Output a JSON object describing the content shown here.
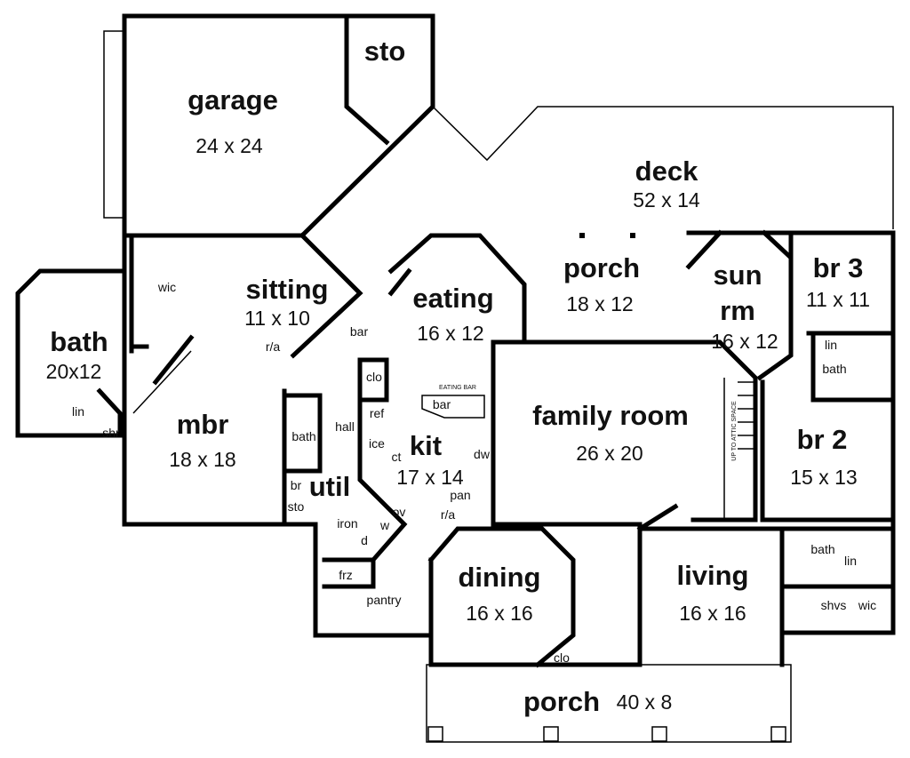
{
  "rooms": [
    {
      "name": "garage",
      "size": "24 x 24"
    },
    {
      "name": "sto",
      "size": ""
    },
    {
      "name": "deck",
      "size": "52 x 14"
    },
    {
      "name": "porch",
      "size": "18 x 12"
    },
    {
      "name": "sun",
      "size": "rm"
    },
    {
      "name": "sun rm",
      "size": "16 x 12"
    },
    {
      "name": "br 3",
      "size": "11 x 11"
    },
    {
      "name": "sitting",
      "size": "11 x 10"
    },
    {
      "name": "eating",
      "size": "16 x 12"
    },
    {
      "name": "bath",
      "size": "20x12"
    },
    {
      "name": "mbr",
      "size": "18 x 18"
    },
    {
      "name": "family room",
      "size": "26 x 20"
    },
    {
      "name": "br 2",
      "size": "15 x 13"
    },
    {
      "name": "kit",
      "size": "17 x 14"
    },
    {
      "name": "util",
      "size": ""
    },
    {
      "name": "dining",
      "size": "16 x 16"
    },
    {
      "name": "living",
      "size": "16 x 16"
    },
    {
      "name": "porch",
      "size": "40 x 8"
    }
  ],
  "small_labels": {
    "wic": "wic",
    "r_a": "r/a",
    "bar": "bar",
    "lin": "lin",
    "shr": "shr",
    "clo": "clo",
    "hall": "hall",
    "ref": "ref",
    "ice": "ice",
    "ct": "ct",
    "eating_bar": "EATING BAR",
    "bar2": "bar",
    "dw": "dw",
    "pan": "pan",
    "r_a2": "r/a",
    "bath_hall": "bath",
    "br": "br",
    "sto2": "sto",
    "iron": "iron",
    "ov": "ov",
    "w": "w",
    "d": "d",
    "frz": "frz",
    "pantry": "pantry",
    "lin_br3": "lin",
    "bath_br3": "bath",
    "stairs": "UP TO ATTIC SPACE",
    "bath_br2": "bath",
    "lin_br2": "lin",
    "shvs": "shvs",
    "wic2": "wic",
    "clo2": "clo"
  }
}
